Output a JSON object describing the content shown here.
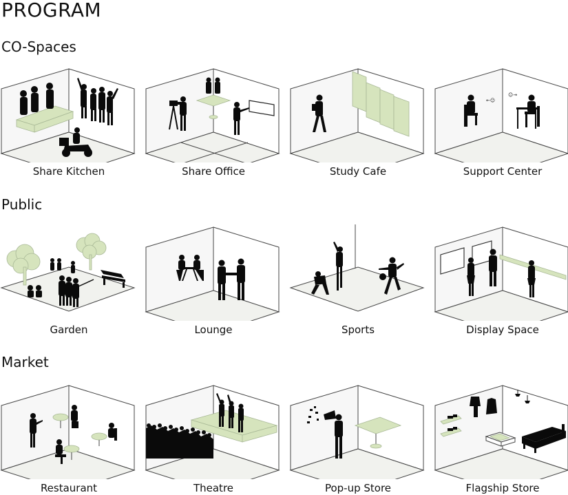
{
  "title": "PROGRAM",
  "sections": [
    {
      "name": "CO-Spaces",
      "items": [
        "Share Kitchen",
        "Share Office",
        "Study Cafe",
        "Support Center"
      ]
    },
    {
      "name": "Public",
      "items": [
        "Garden",
        "Lounge",
        "Sports",
        "Display Space"
      ]
    },
    {
      "name": "Market",
      "items": [
        "Restaurant",
        "Theatre",
        "Pop-up Store",
        "Flagship Store"
      ]
    }
  ],
  "colors": {
    "accent_green": "#d6e4bd",
    "silhouette": "#0a0a0a",
    "line": "#444444"
  }
}
